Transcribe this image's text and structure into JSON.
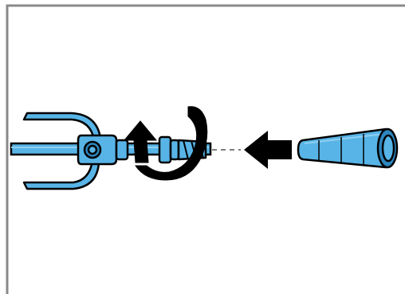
{
  "figure": {
    "colors": {
      "frame": "#8a8a8a",
      "outline": "#000000",
      "part_fill": "#58b4e6",
      "part_light": "#8fd0f2",
      "part_dark": "#2d86bd",
      "arrow": "#000000",
      "guide_line": "#555555",
      "background": "#ffffff"
    },
    "parts": {
      "fork_icon": "rotisserie-fork",
      "spit_icon": "spit-rod",
      "screw_icon": "threaded-screw",
      "handle_icon": "handle",
      "rotate_arrow_icon": "rotate-arrow",
      "push_arrow_icon": "push-arrow"
    }
  }
}
